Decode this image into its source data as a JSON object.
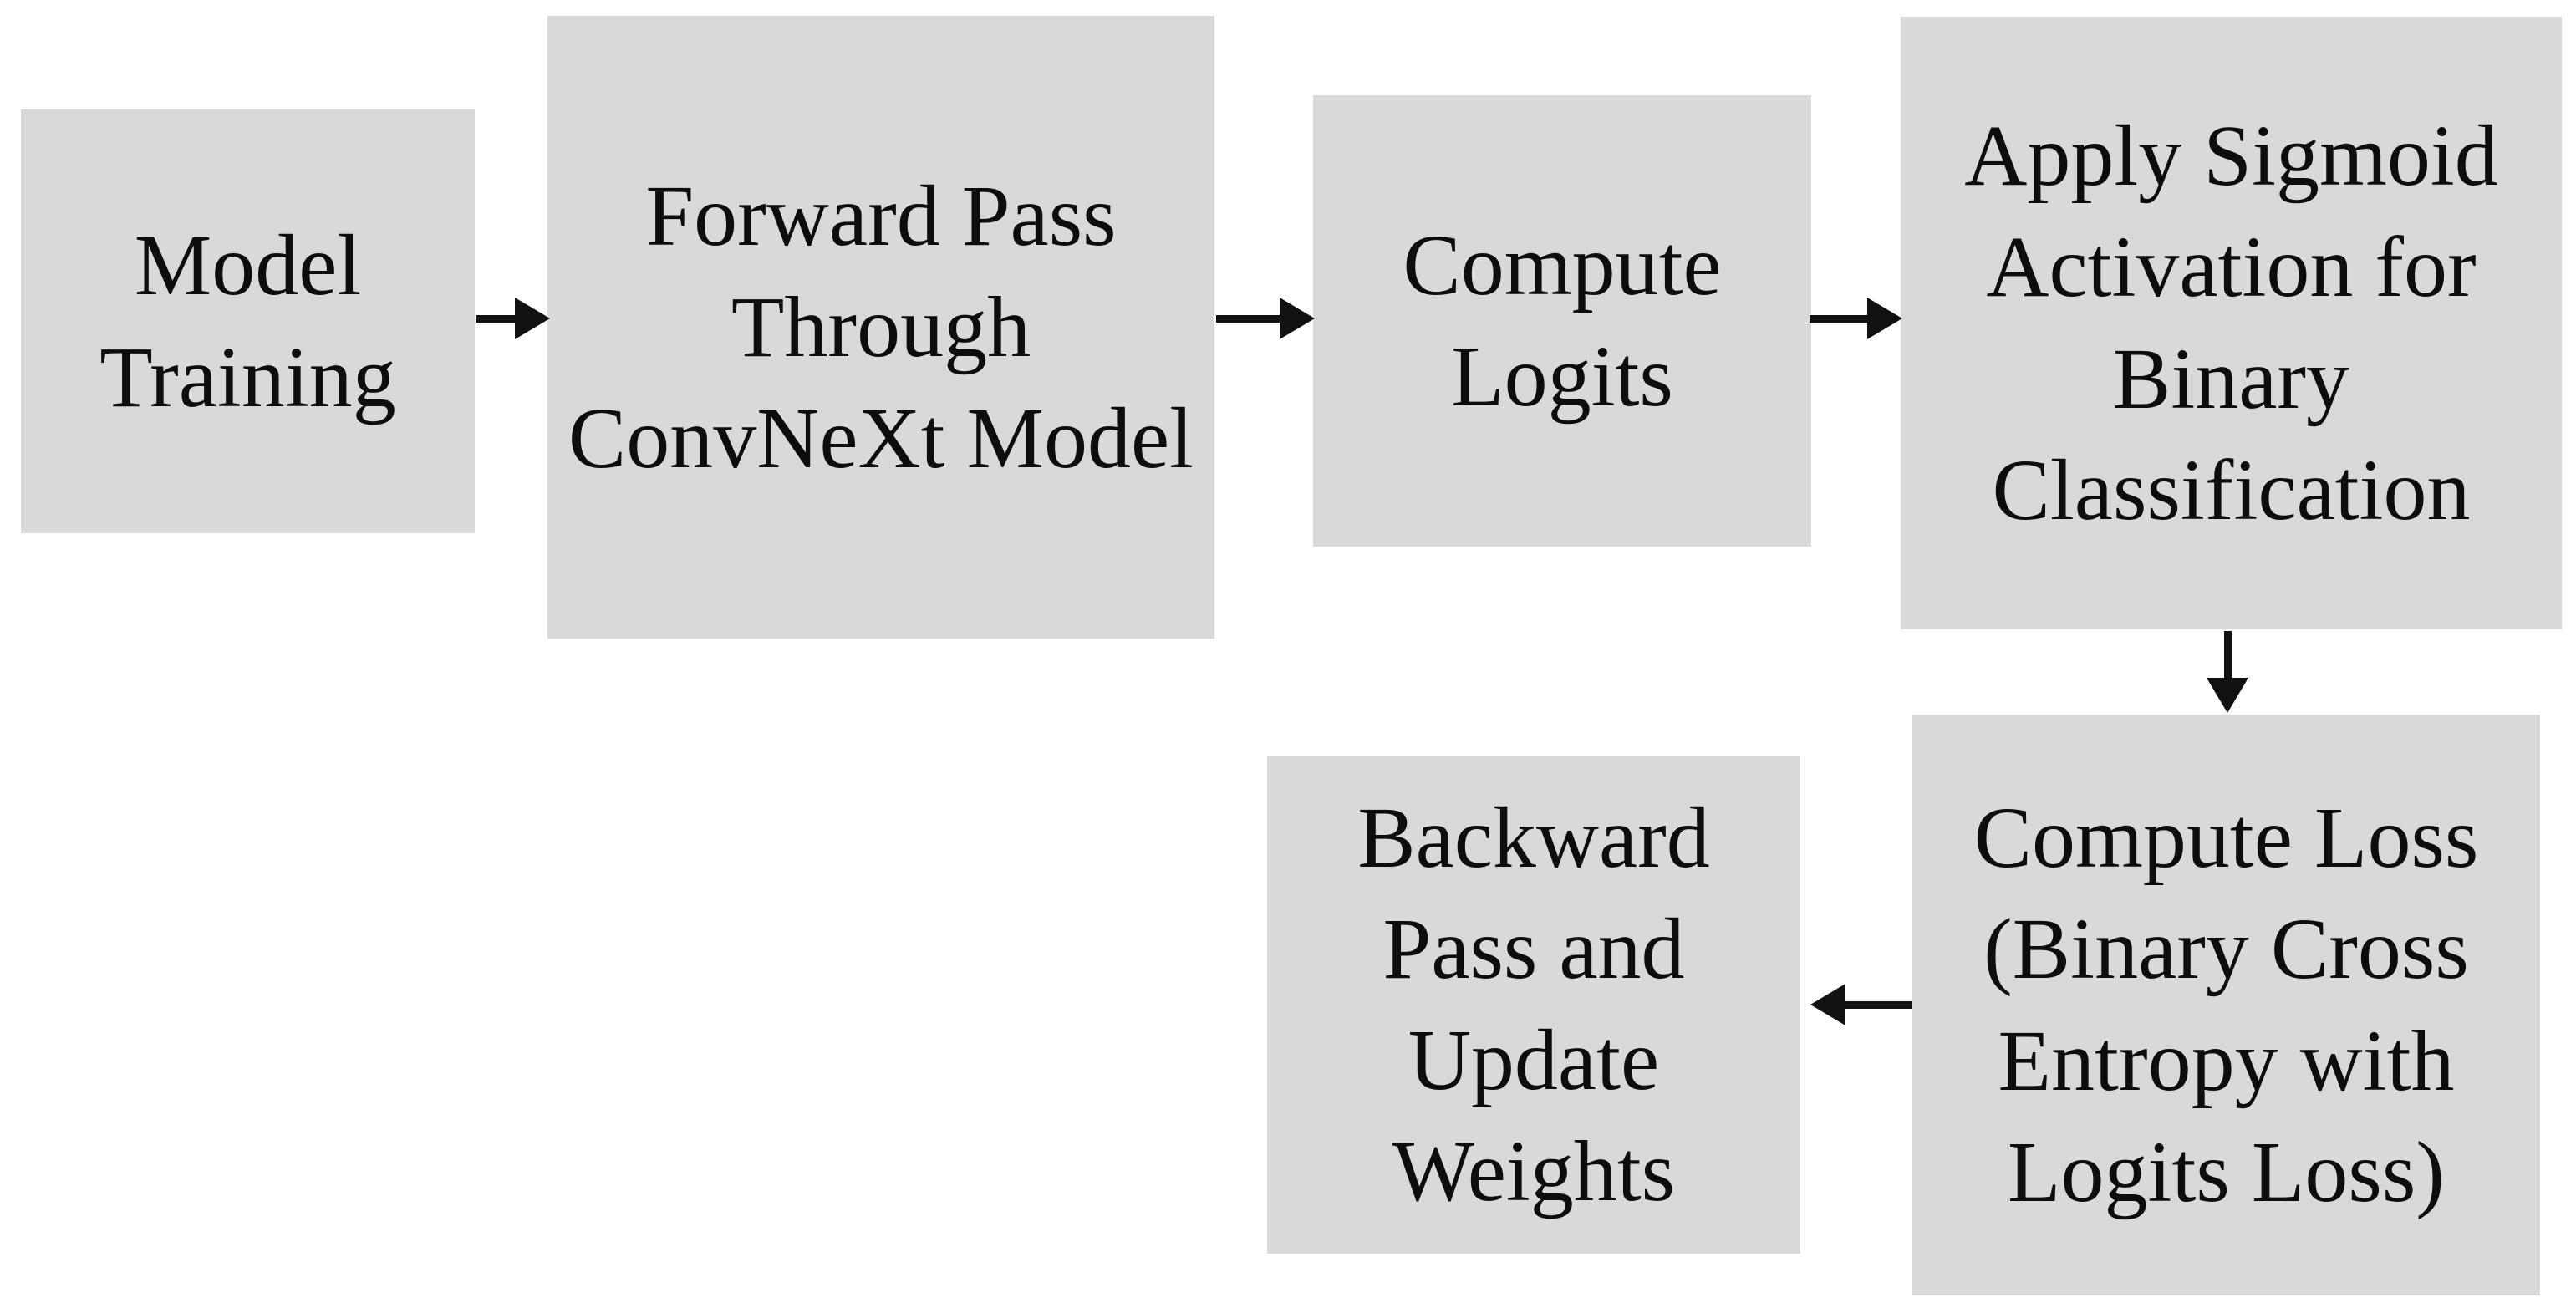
{
  "colors": {
    "background": "#ffffff",
    "node_fill": "#d9d9d9",
    "text": "#0d0d0d",
    "arrow": "#111111"
  },
  "diagram": {
    "type": "flowchart",
    "nodes": [
      {
        "id": "model-training",
        "label": "Model\nTraining"
      },
      {
        "id": "forward-pass",
        "label": "Forward Pass\nThrough\nConvNeXt Model"
      },
      {
        "id": "compute-logits",
        "label": "Compute\nLogits"
      },
      {
        "id": "apply-sigmoid",
        "label": "Apply Sigmoid\nActivation for\nBinary\nClassification"
      },
      {
        "id": "compute-loss",
        "label": "Compute Loss\n(Binary Cross\nEntropy with\nLogits Loss)"
      },
      {
        "id": "backward-pass",
        "label": "Backward\nPass and\nUpdate\nWeights"
      }
    ],
    "edges": [
      {
        "from": "model-training",
        "to": "forward-pass",
        "direction": "right"
      },
      {
        "from": "forward-pass",
        "to": "compute-logits",
        "direction": "right"
      },
      {
        "from": "compute-logits",
        "to": "apply-sigmoid",
        "direction": "right"
      },
      {
        "from": "apply-sigmoid",
        "to": "compute-loss",
        "direction": "down"
      },
      {
        "from": "compute-loss",
        "to": "backward-pass",
        "direction": "left"
      }
    ]
  }
}
